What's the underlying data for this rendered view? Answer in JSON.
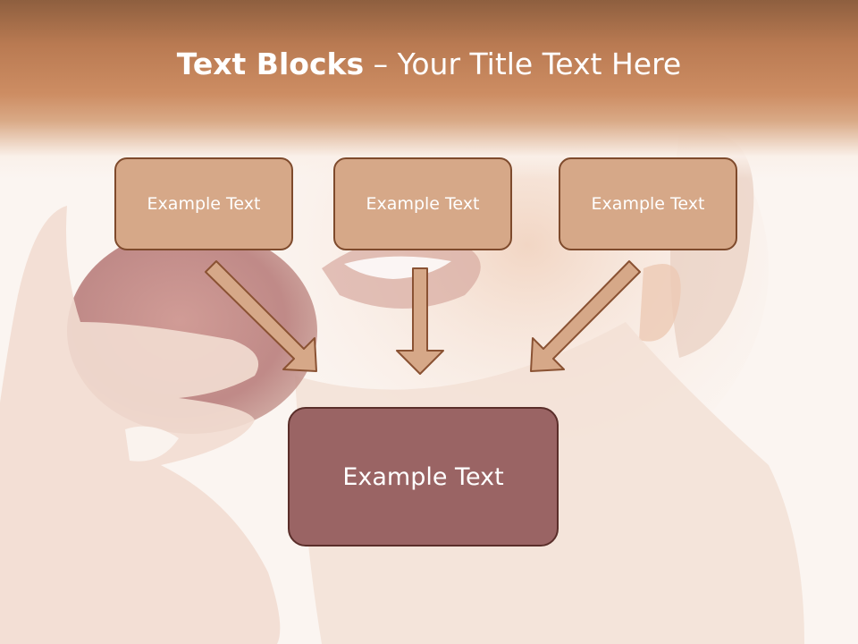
{
  "title": {
    "bold": "Text Blocks",
    "dash": " – ",
    "light": "Your Title Text Here"
  },
  "blocks": [
    {
      "label": "Example Text"
    },
    {
      "label": "Example Text"
    },
    {
      "label": "Example Text"
    }
  ],
  "target_block": {
    "label": "Example Text"
  },
  "colors": {
    "header": "#c4875d",
    "small_box_fill": "#d6a888",
    "small_box_border": "#7e4a2c",
    "big_box_fill": "#9a6464",
    "big_box_border": "#5a2e2a",
    "arrow_fill": "#d6a888",
    "arrow_stroke": "#8a5233"
  }
}
